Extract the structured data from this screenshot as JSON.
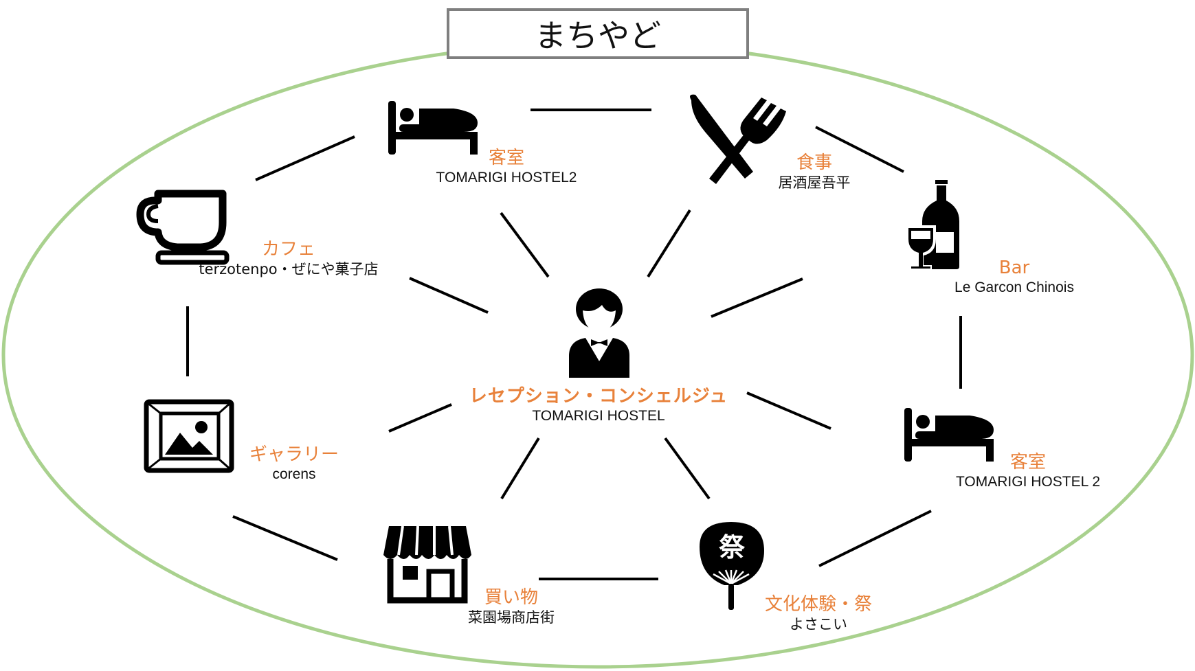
{
  "title": "まちやど",
  "colors": {
    "accent": "#E8813A",
    "ellipse": "#A9D18E",
    "title_border": "#7F7F7F",
    "ink": "#000000"
  },
  "center": {
    "category": "レセプション・コンシェルジュ",
    "name": "TOMARIGI HOSTEL",
    "icon": "concierge-icon"
  },
  "nodes": [
    {
      "id": "room1",
      "category": "客室",
      "name": "TOMARIGI HOSTEL2",
      "icon": "bed-icon"
    },
    {
      "id": "meal",
      "category": "食事",
      "name": "居酒屋吾平",
      "icon": "knife-fork-icon"
    },
    {
      "id": "bar",
      "category": "Bar",
      "name": "Le Garcon Chinois",
      "icon": "wine-bottle-glass-icon"
    },
    {
      "id": "room2",
      "category": "客室",
      "name": "TOMARIGI HOSTEL 2",
      "icon": "bed-icon"
    },
    {
      "id": "festival",
      "category": "文化体験・祭",
      "name": "よさこい",
      "icon": "uchiwa-fan-icon",
      "icon_glyph": "祭"
    },
    {
      "id": "shopping",
      "category": "買い物",
      "name": "菜園場商店街",
      "icon": "shop-icon"
    },
    {
      "id": "gallery",
      "category": "ギャラリー",
      "name": "corens",
      "icon": "picture-frame-icon"
    },
    {
      "id": "cafe",
      "category": "カフェ",
      "name": "terzotenpo・ぜにや菓子店",
      "icon": "coffee-cup-icon"
    }
  ],
  "connections": [
    [
      "room1",
      "meal"
    ],
    [
      "meal",
      "bar"
    ],
    [
      "bar",
      "room2"
    ],
    [
      "room2",
      "festival"
    ],
    [
      "festival",
      "shopping"
    ],
    [
      "shopping",
      "gallery"
    ],
    [
      "gallery",
      "cafe"
    ],
    [
      "cafe",
      "room1"
    ],
    [
      "center",
      "room1"
    ],
    [
      "center",
      "meal"
    ],
    [
      "center",
      "bar"
    ],
    [
      "center",
      "room2"
    ],
    [
      "center",
      "festival"
    ],
    [
      "center",
      "shopping"
    ],
    [
      "center",
      "gallery"
    ],
    [
      "center",
      "cafe"
    ]
  ]
}
